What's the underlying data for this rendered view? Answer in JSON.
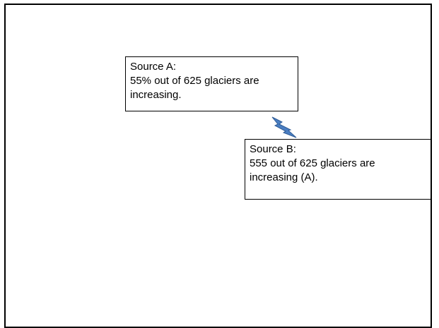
{
  "source_a": {
    "heading": "Source A:",
    "line_1": "55% out of 625 glaciers are",
    "line_2": "increasing."
  },
  "source_b": {
    "heading": "Source B:",
    "line_1": "555 out of 625 glaciers are",
    "line_2": "increasing (A)."
  },
  "icons": {
    "conflict": "lightning-bolt-icon"
  },
  "colors": {
    "bolt_fill": "#4A7EC2",
    "bolt_stroke": "#2F5C96",
    "border": "#000000"
  }
}
